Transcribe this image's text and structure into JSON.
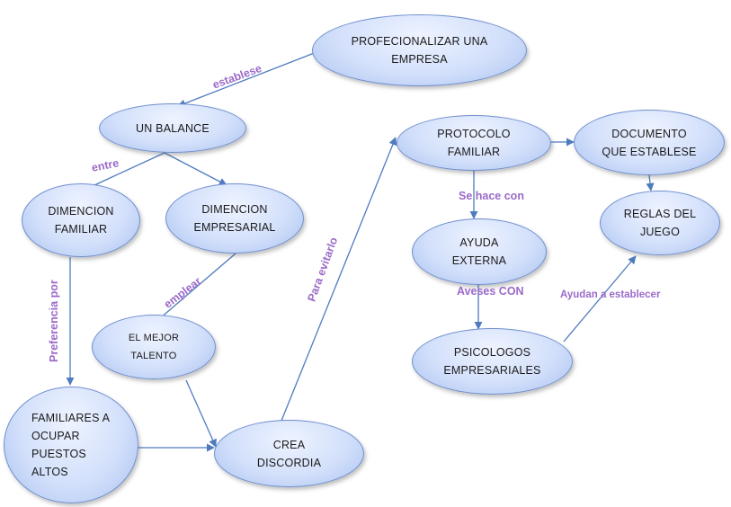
{
  "nodes": {
    "profesionalizar": "PROFECIONALIZAR UNA\nEMPRESA",
    "balance": "UN BALANCE",
    "familiar": "DIMENCION\nFAMILIAR",
    "empresarial": "DIMENCION\nEMPRESARIAL",
    "mejor_talento": "EL MEJOR\nTALENTO",
    "familiares": "FAMILIARES A\nOCUPAR\nPUESTOS\nALTOS",
    "discordia": "CREA\nDISCORDIA",
    "protocolo": "PROTOCOLO\nFAMILIAR",
    "documento": "DOCUMENTO\nQUE ESTABLESE",
    "reglas": "REGLAS DEL\nJUEGO",
    "ayuda": "AYUDA\nEXTERNA",
    "psicologos": "PSICOLOGOS\nEMPRESARIALES"
  },
  "links": {
    "establese": "establese",
    "entre": "entre",
    "preferencia": "Preferencia por",
    "emplear": "emplear",
    "para_evitarlo": "Para evitarlo",
    "se_hace_con": "Se hace con",
    "aveses_con": "Aveses CON",
    "ayudan": "Ayudan a establecer"
  },
  "colors": {
    "node_border": "#6f8fcf",
    "node_fill": "#d3e0fb",
    "connector": "#4f7bbf",
    "link_text": "#9a6ac9"
  }
}
